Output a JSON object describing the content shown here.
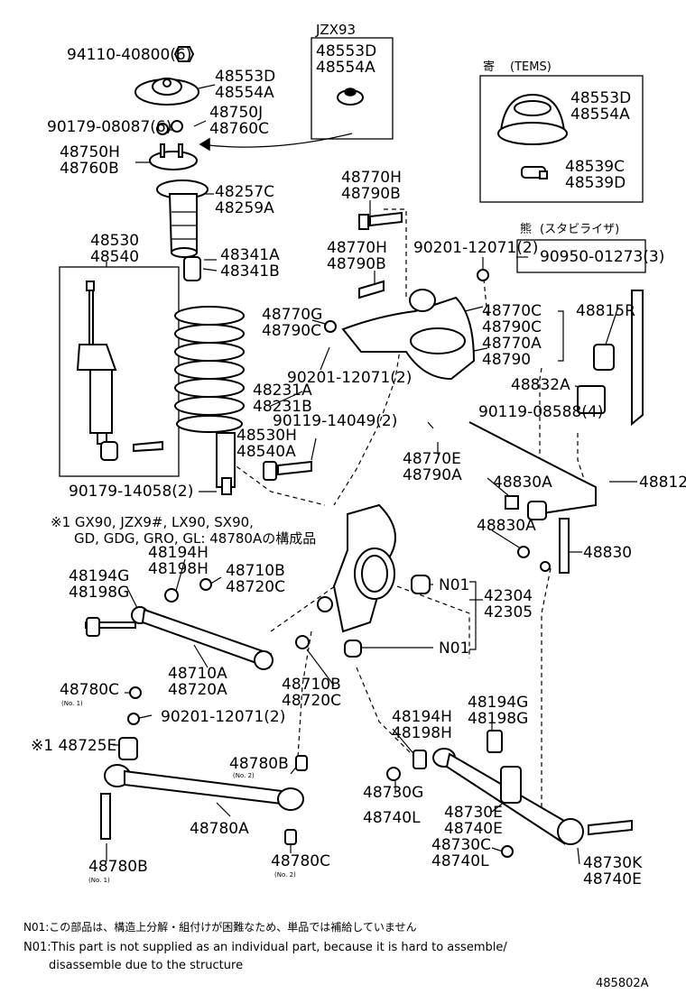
{
  "labels": {
    "jzx93": "JZX93",
    "tems": "(TEMS)",
    "stab_jp": "(スタビライザ)",
    "top_941": "94110-40800(6)",
    "p48553d_a": "48553D",
    "p48554a_a": "48554A",
    "p48750j": "48750J",
    "p48760c": "48760C",
    "p90179_0808": "90179-08087(6)",
    "p48750h": "48750H",
    "p48760b": "48760B",
    "p48257c": "48257C",
    "p48259a": "48259A",
    "p48530": "48530",
    "p48540": "48540",
    "p48341a": "48341A",
    "p48341b": "48341B",
    "box_48553d": "48553D",
    "box_48554a": "48554A",
    "tems_48553d": "48553D",
    "tems_48554a": "48554A",
    "p48539c": "48539C",
    "p48539d": "48539D",
    "p48770h_a": "48770H",
    "p48790b_a": "48790B",
    "p48770h_b": "48770H",
    "p48790b_b": "48790B",
    "p90201_a": "90201-12071(2)",
    "p90950": "90950-01273(3)",
    "p48770g": "48770G",
    "p48790c_a": "48790C",
    "p90201_b": "90201-12071(2)",
    "p48770c": "48770C",
    "p48790c_b": "48790C",
    "p48770a": "48770A",
    "p48790": "48790",
    "p48815r": "48815R",
    "p48832a": "48832A",
    "p48231a": "48231A",
    "p48231b": "48231B",
    "p90119_14049": "90119-14049(2)",
    "p90119_0858": "90119-08588(4)",
    "p48530h": "48530H",
    "p48540a": "48540A",
    "p48770e": "48770E",
    "p48790a": "48790A",
    "p48830a_a": "48830A",
    "p4881x": "48812",
    "p90179_14058": "90179-14058(2)",
    "p48830a_b": "48830A",
    "p48830": "48830",
    "note_1a": "※1 GX90, JZX9#, LX90, SX90,",
    "note_1b": "GD, GDG, GRO, GL: 48780Aの構成品",
    "p48194h_a": "48194H",
    "p48198h_a": "48198H",
    "p48194g_a": "48194G",
    "p48198g_a": "48198G",
    "p48710b_a": "48710B",
    "p48720c_a": "48720C",
    "n01_a": "N01",
    "p42304": "42304",
    "p42305": "42305",
    "n01_b": "N01",
    "p48710a": "48710A",
    "p48720a": "48720A",
    "p48710b_b": "48710B",
    "p48720c_b": "48720C",
    "p48780c_a": "48780C",
    "no1_a": "(No. 1)",
    "p90201_c": "90201-12071(2)",
    "p48194g_b": "48194G",
    "p48198g_b": "48198G",
    "p48194h_b": "48194H",
    "p48198h_b": "48198H",
    "p48725e": "※1 48725E",
    "p48780b_a": "48780B",
    "no2_a": "(No. 2)",
    "p48730g": "48730G",
    "p48740l_a": "48740L",
    "p48730e": "48730E",
    "p48740e": "48740E",
    "p48780a": "48780A",
    "p48730c": "48730C",
    "p48740l_b": "48740L",
    "p48730k": "48730K",
    "p48740e_b": "48740E",
    "p48780b_b": "48780B",
    "no1_b": "(No. 1)",
    "p48780c_b": "48780C",
    "no2_b": "(No. 2)"
  },
  "notes": {
    "jp": "N01:この部品は、構造上分解・組付けが困難なため、単品では補給していません",
    "en1": "N01:This part is not supplied as an individual part,  because it is hard to assemble/",
    "en2": "disassemble due to the structure",
    "code": "485802A"
  }
}
